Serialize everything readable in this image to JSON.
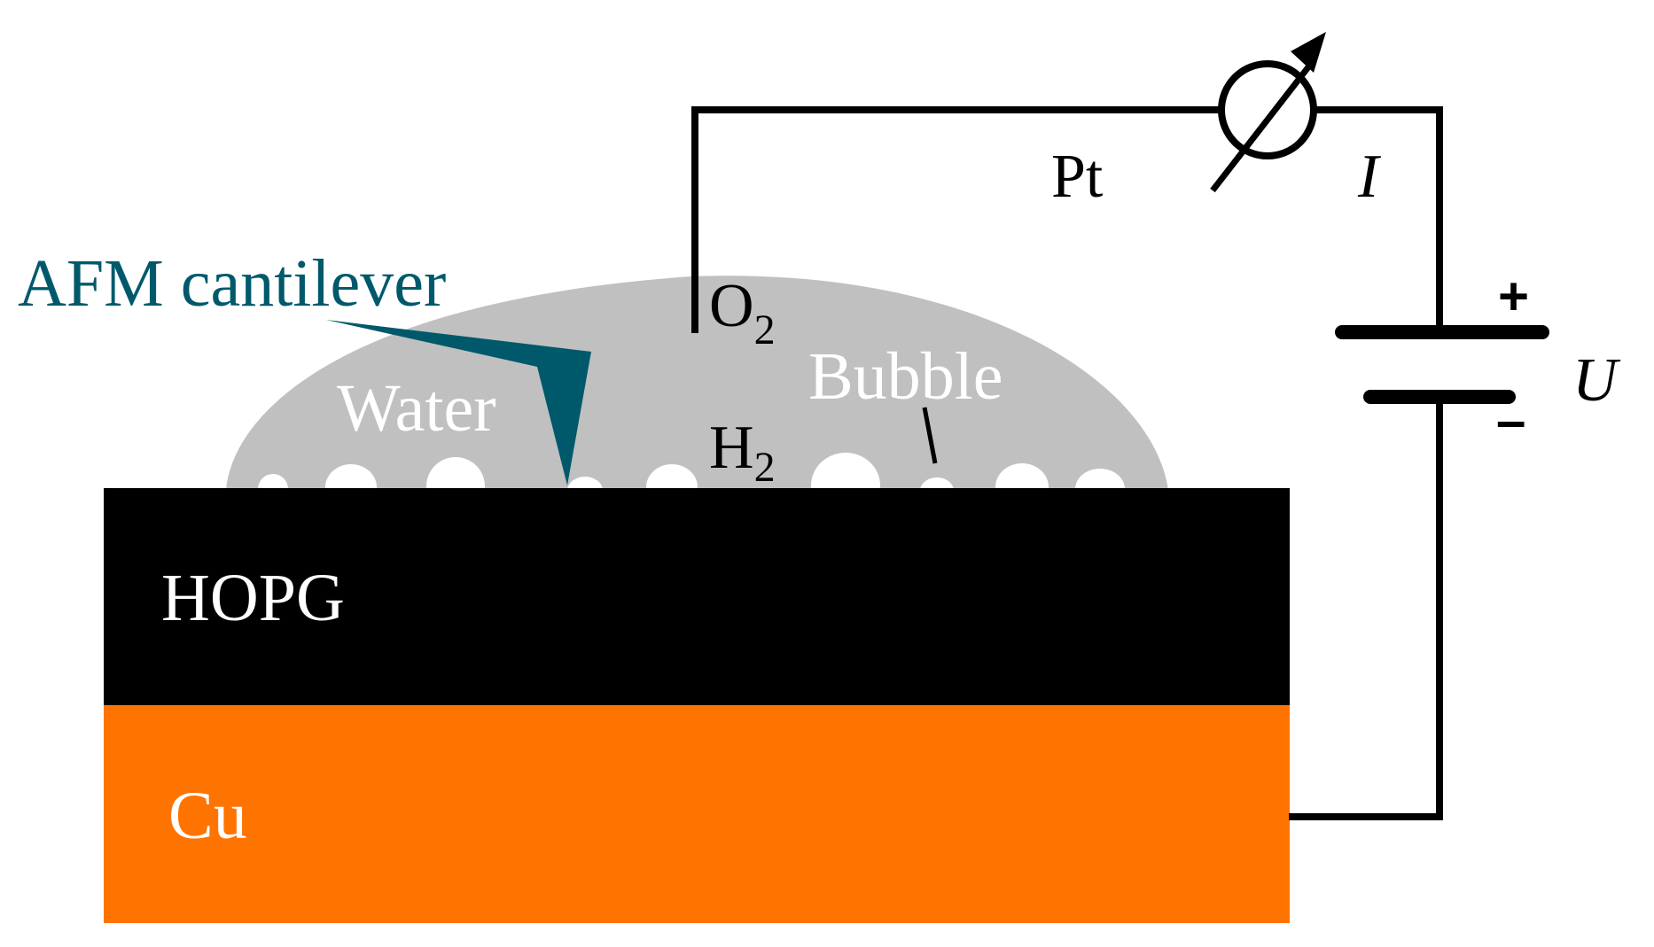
{
  "labels": {
    "afm_cantilever": "AFM cantilever",
    "water": "Water",
    "bubble": "Bubble",
    "o2_main": "O",
    "o2_sub": "2",
    "h2_main": "H",
    "h2_sub": "2",
    "pt": "Pt",
    "current": "I",
    "voltage": "U",
    "plus": "+",
    "minus": "–",
    "hopg": "HOPG",
    "cu": "Cu"
  },
  "colors": {
    "water": "#c0c0c0",
    "hopg": "#000000",
    "cu": "#ff7300",
    "cantilever": "#00596b",
    "bubble": "#ffffff",
    "wire": "#000000"
  },
  "icons": {
    "ammeter": "ammeter-icon",
    "battery": "battery-icon"
  }
}
